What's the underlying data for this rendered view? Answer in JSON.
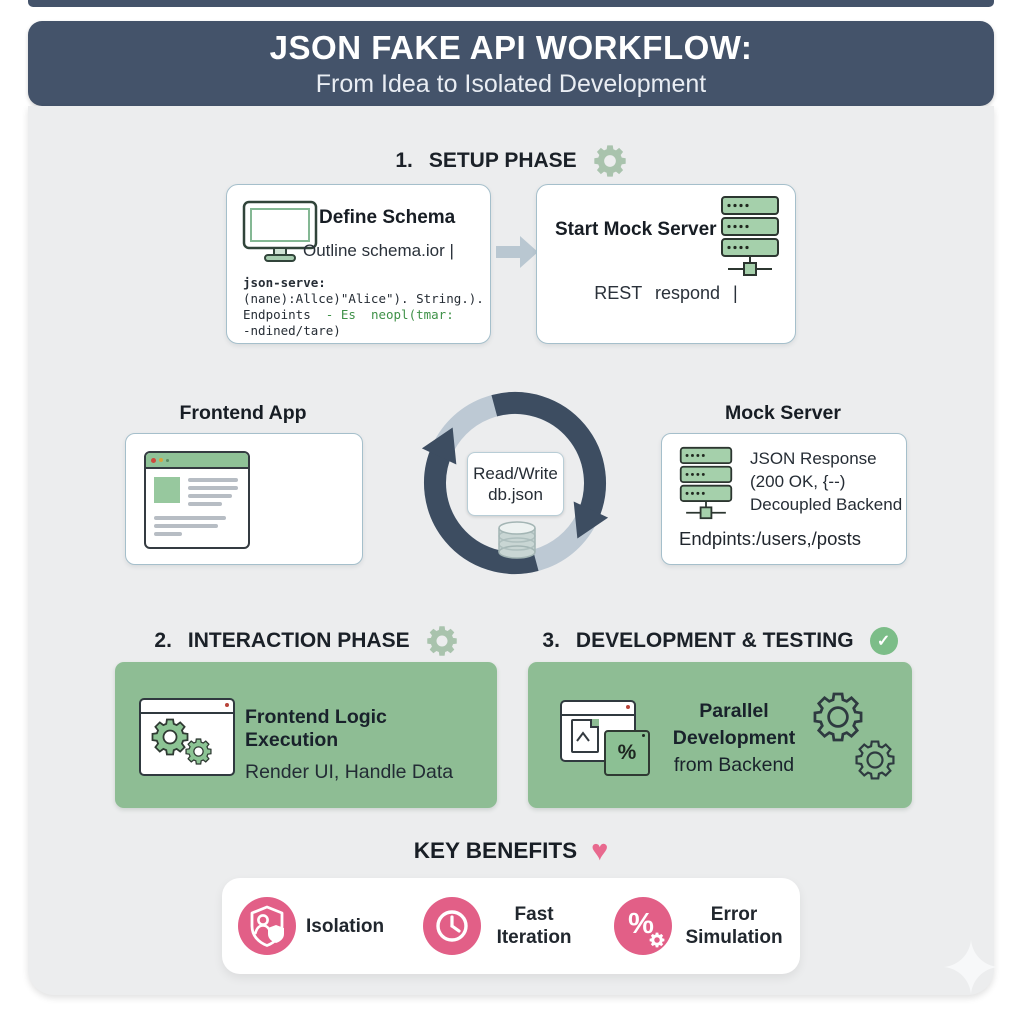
{
  "header": {
    "title": "JSON FAKE API WORKFLOW:",
    "subtitle": "From Idea to Isolated Development"
  },
  "setup": {
    "number": "1.",
    "title": "SETUP PHASE",
    "define_schema": {
      "title": "Define Schema",
      "subtitle": "Outline schema.ior |",
      "code_line1": "json-serve:",
      "code_line2": "(nane):Allce)\"Alice\"). String.).",
      "code_line3_dark": "Endpoints  ",
      "code_line3_green": "- Es  neopl(tmar:",
      "code_line4": "-ndined/tare)"
    },
    "start_mock_server": {
      "title": "Start Mock Server",
      "caption": "REST respond |"
    }
  },
  "loop": {
    "frontend_label": "Frontend App",
    "mock_label": "Mock Server",
    "center_line1": "Read/Write",
    "center_line2": "db.json",
    "mock_line1": "JSON Response",
    "mock_line2": "(200 OK, {--)",
    "mock_line3": "Decoupled Backend",
    "endpoints": "Endpints:/users,/posts"
  },
  "interaction": {
    "number": "2.",
    "title": "INTERACTION PHASE",
    "box_title": "Frontend Logic Execution",
    "box_subtitle": "Render UI, Handle Data"
  },
  "development": {
    "number": "3.",
    "title": "DEVELOPMENT & TESTING",
    "line1": "Parallel",
    "line2": "Development",
    "line3": "from Backend",
    "percent": "%"
  },
  "benefits": {
    "title": "KEY BENEFITS",
    "items": [
      {
        "label": "Isolation",
        "icon": "shield-user-icon"
      },
      {
        "label": "Fast Iteration",
        "icon": "clock-icon"
      },
      {
        "label": "Error Simulation",
        "icon": "percent-icon"
      }
    ],
    "percent": "%"
  },
  "icons": {
    "check": "✓",
    "heart": "♥"
  },
  "colors": {
    "header_bg": "#44536a",
    "canvas_bg": "#ecedee",
    "panel_green": "#8ebd94",
    "icon_green": "#a5d0ab",
    "accent_pink": "#e25f87",
    "arrow_dark": "#3d4d61",
    "arrow_light": "#bdc9d4",
    "code_green": "#3f9148"
  }
}
